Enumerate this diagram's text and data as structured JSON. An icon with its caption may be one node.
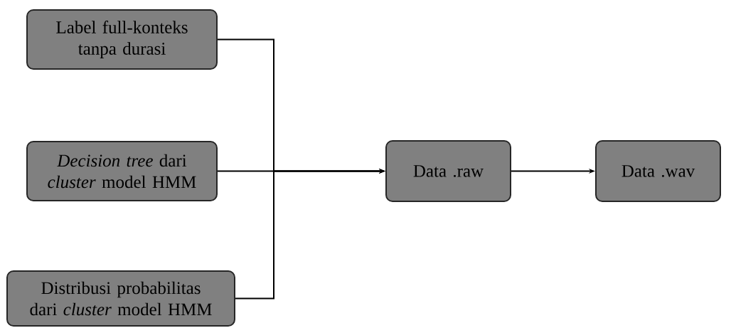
{
  "diagram": {
    "nodes": [
      {
        "text": [
          "Label full-konteks tanpa durasi"
        ]
      },
      {
        "text": [
          "*Decision tree* dari *cluster* model HMM"
        ]
      },
      {
        "text": [
          "Distribusi probabilitas dari *cluster* model HMM"
        ]
      },
      {
        "text": [
          "Data .raw"
        ]
      },
      {
        "text": [
          "Data .wav"
        ]
      }
    ],
    "edges": [
      {
        "from": 0,
        "to": 3,
        "arrow": "to"
      },
      {
        "from": 1,
        "to": 3,
        "arrow": "to"
      },
      {
        "from": 2,
        "to": 3,
        "arrow": "to"
      },
      {
        "from": 3,
        "to": 4,
        "arrow": "to"
      }
    ]
  }
}
